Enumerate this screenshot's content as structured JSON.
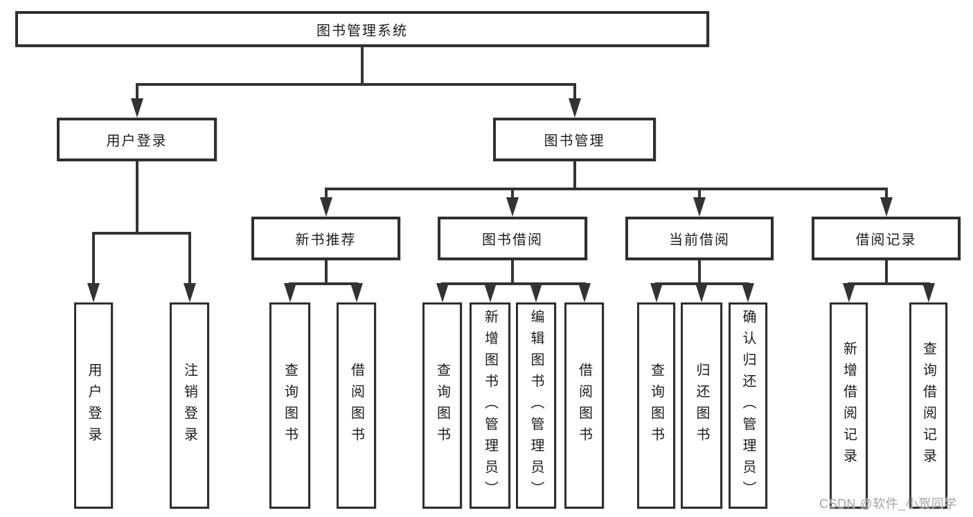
{
  "diagram_title": "图书管理系统",
  "nodes": [
    {
      "id": "root",
      "label": "图书管理系统",
      "parent": null,
      "vertical": false
    },
    {
      "id": "user-login",
      "label": "用户登录",
      "parent": "root",
      "vertical": false
    },
    {
      "id": "book-mgmt",
      "label": "图书管理",
      "parent": "root",
      "vertical": false
    },
    {
      "id": "new-book-rec",
      "label": "新书推荐",
      "parent": "book-mgmt",
      "vertical": false
    },
    {
      "id": "book-borrow",
      "label": "图书借阅",
      "parent": "book-mgmt",
      "vertical": false
    },
    {
      "id": "current-borrow",
      "label": "当前借阅",
      "parent": "book-mgmt",
      "vertical": false
    },
    {
      "id": "borrow-records",
      "label": "借阅记录",
      "parent": "book-mgmt",
      "vertical": false
    },
    {
      "id": "leaf-user-login",
      "label": "用户登录",
      "parent": "user-login",
      "vertical": true
    },
    {
      "id": "leaf-logout",
      "label": "注销登录",
      "parent": "user-login",
      "vertical": true
    },
    {
      "id": "leaf-nbr-query",
      "label": "查询图书",
      "parent": "new-book-rec",
      "vertical": true
    },
    {
      "id": "leaf-nbr-borrow",
      "label": "借阅图书",
      "parent": "new-book-rec",
      "vertical": true
    },
    {
      "id": "leaf-bb-query",
      "label": "查询图书",
      "parent": "book-borrow",
      "vertical": true
    },
    {
      "id": "leaf-bb-add",
      "label": "新增图书（管理员）",
      "parent": "book-borrow",
      "vertical": true
    },
    {
      "id": "leaf-bb-edit",
      "label": "编辑图书（管理员）",
      "parent": "book-borrow",
      "vertical": true
    },
    {
      "id": "leaf-bb-borrow",
      "label": "借阅图书",
      "parent": "book-borrow",
      "vertical": true
    },
    {
      "id": "leaf-cb-query",
      "label": "查询图书",
      "parent": "current-borrow",
      "vertical": true
    },
    {
      "id": "leaf-cb-return",
      "label": "归还图书",
      "parent": "current-borrow",
      "vertical": true
    },
    {
      "id": "leaf-cb-confirm",
      "label": "确认归还（管理员）",
      "parent": "current-borrow",
      "vertical": true
    },
    {
      "id": "leaf-br-add",
      "label": "新增借阅记录",
      "parent": "borrow-records",
      "vertical": true
    },
    {
      "id": "leaf-br-query",
      "label": "查询借阅记录",
      "parent": "borrow-records",
      "vertical": true
    }
  ],
  "watermark": {
    "text": "CSDN @软件_小贺同学"
  },
  "colors": {
    "line": "#333333",
    "box_border": "#2f2f2f",
    "text": "#1c1c1c",
    "watermark": "#a3a3a3",
    "background": "#ffffff"
  }
}
